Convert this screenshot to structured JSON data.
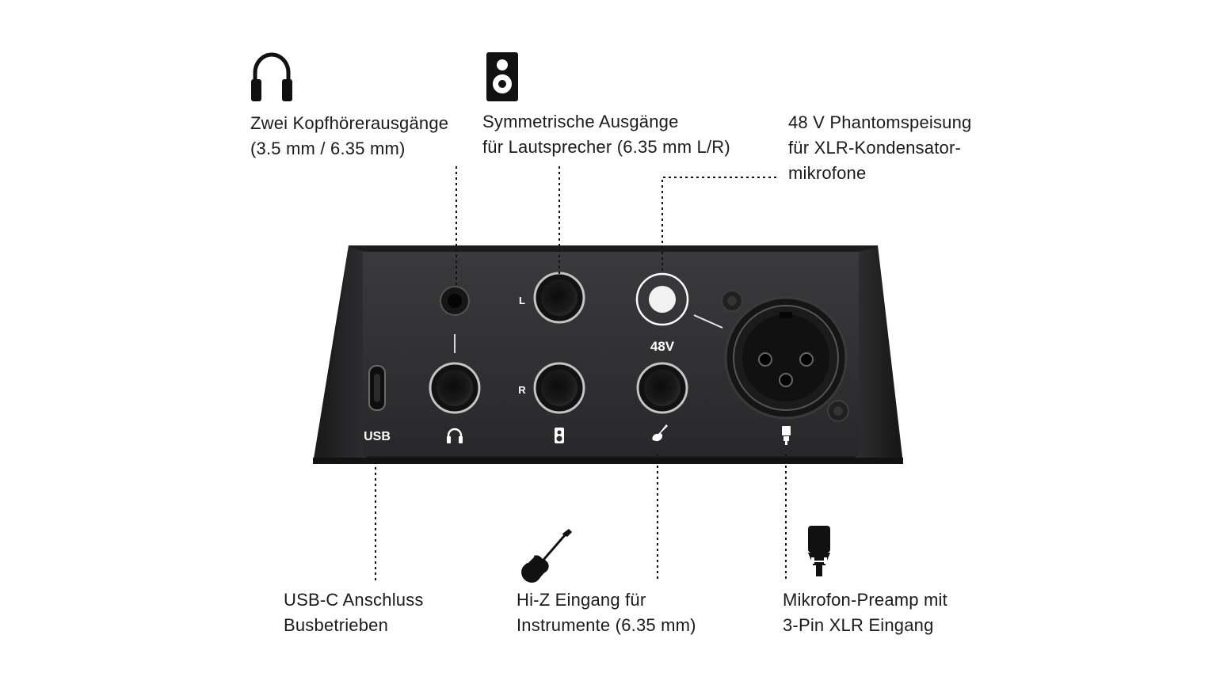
{
  "captions": {
    "headphones": {
      "line1": "Zwei Kopfhörerausgänge",
      "line2": "(3.5 mm / 6.35 mm)"
    },
    "speakers": {
      "line1": "Symmetrische Ausgänge",
      "line2": "für Lautsprecher (6.35 mm L/R)"
    },
    "phantom": {
      "line1": "48 V Phantomspeisung",
      "line2": "für XLR-Kondensator-",
      "line3": "mikrofone"
    },
    "usb": {
      "line1": "USB-C Anschluss",
      "line2": "Busbetrieben"
    },
    "instrument": {
      "line1": "Hi-Z Eingang für",
      "line2": "Instrumente (6.35 mm)"
    },
    "mic": {
      "line1": "Mikrofon-Preamp mit",
      "line2": "3-Pin XLR Eingang"
    }
  },
  "device_labels": {
    "left": "L",
    "right": "R",
    "phantom": "48V",
    "usb": "USB"
  },
  "icons": [
    "headphones-icon",
    "speaker-icon",
    "guitar-icon",
    "microphone-icon"
  ],
  "colors": {
    "device_body": "#2b2b2d",
    "device_face": "#1d1d1f",
    "jack_ring": "#bdbdbd",
    "text": "#1b1b1b",
    "background": "#ffffff"
  }
}
